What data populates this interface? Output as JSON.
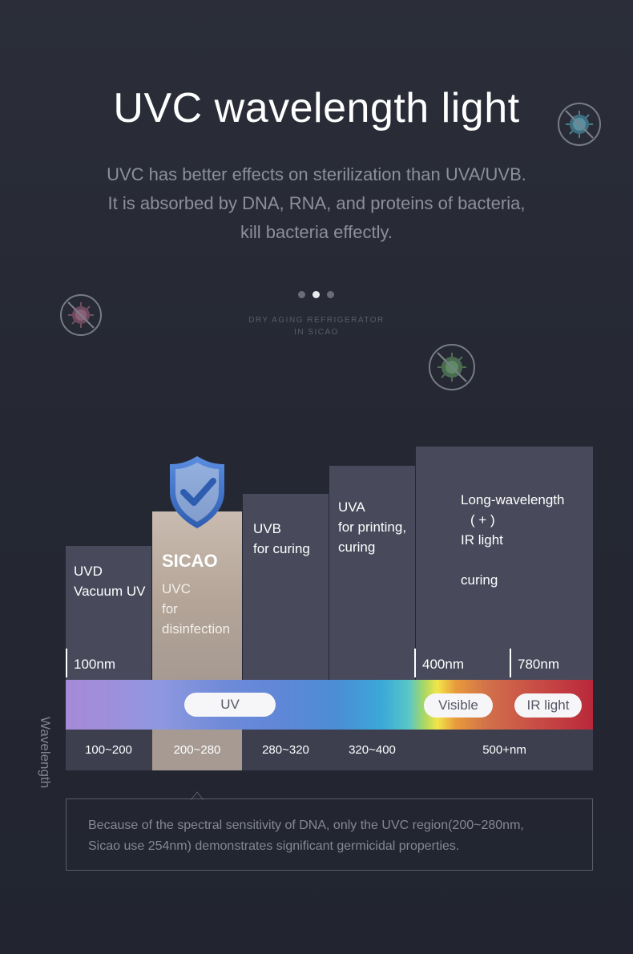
{
  "header": {
    "title": "UVC wavelength light",
    "desc_line1": "UVC has better effects on sterilization than UVA/UVB.",
    "desc_line2": "It is absorbed by DNA, RNA, and proteins of bacteria,",
    "desc_line3": "kill bacteria effectly."
  },
  "carousel": {
    "count": 3,
    "active": 1
  },
  "subtitle": {
    "line1": "DRY AGING REFRIGERATOR",
    "line2": "IN SICAO"
  },
  "columns": {
    "uvd": {
      "title": "UVD",
      "subtitle": "Vacuum UV",
      "nm": "100nm"
    },
    "uvc": {
      "brand": "SICAO",
      "title": "UVC",
      "line2": "for",
      "line3": "disinfection"
    },
    "uvb": {
      "title": "UVB",
      "subtitle": "for curing"
    },
    "uva": {
      "title": "UVA",
      "line2": "for printing,",
      "line3": "curing"
    },
    "long": {
      "line1": "Long-wavelength",
      "line2": "( + )",
      "line3": "IR light",
      "line4": "curing",
      "nm_a": "400nm",
      "nm_b": "780nm"
    }
  },
  "spectrum": {
    "uv": "UV",
    "visible": "Visible",
    "ir": "IR light"
  },
  "ranges": [
    "100~200",
    "200~280",
    "280~320",
    "320~400",
    "500+nm"
  ],
  "axis_label": "Wavelength",
  "note": {
    "line1": "Because of the spectral sensitivity of DNA, only the UVC region(200~280nm,",
    "line2": "Sicao use 254nm) demonstrates significant germicidal properties."
  },
  "colors": {
    "background": "#282b36",
    "column": "#484a5b",
    "uvc_column": "#b3a497",
    "shield_blue": "#4a78c8"
  },
  "icons": [
    "crossed-germ-icon",
    "shield-check-icon"
  ]
}
